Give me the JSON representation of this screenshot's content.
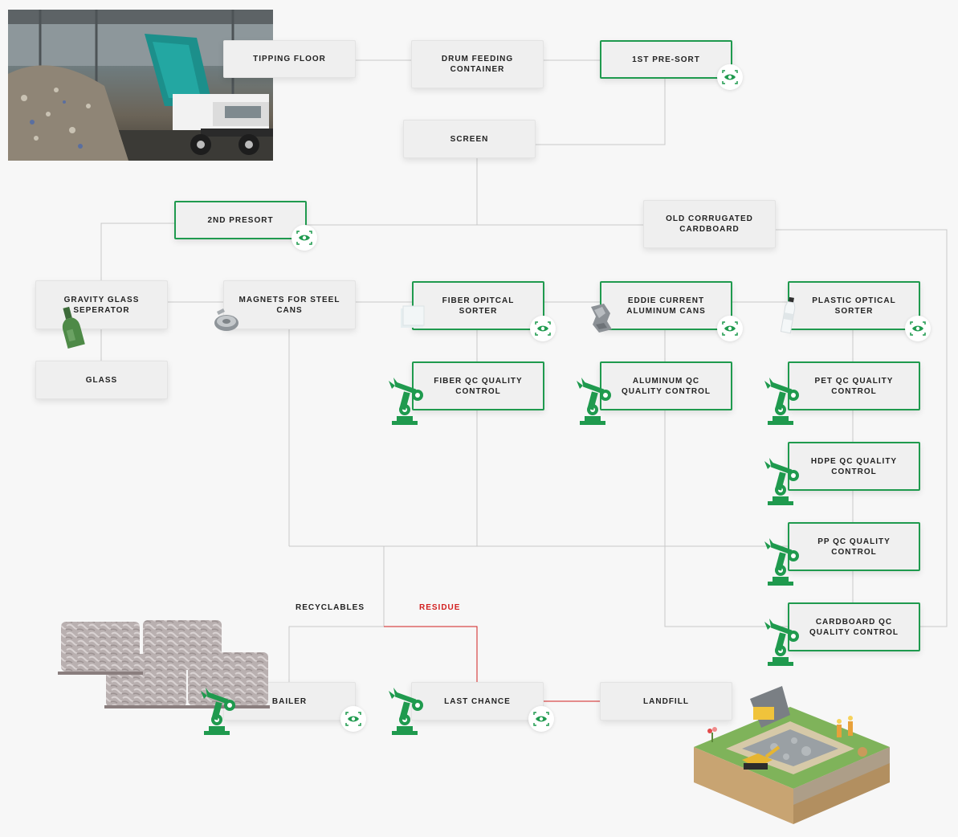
{
  "nodes": {
    "tipping_floor": "TIPPING FLOOR",
    "drum_feeding": "DRUM FEEDING CONTAINER",
    "pre_sort_1": "1ST PRE-SORT",
    "screen": "SCREEN",
    "presort_2": "2ND PRESORT",
    "occ": "OLD CORRUGATED CARDBOARD",
    "gravity_glass": "GRAVITY GLASS SEPERATOR",
    "magnets": "MAGNETS FOR STEEL CANS",
    "fiber_optical": "FIBER OPITCAL SORTER",
    "eddie_current": "EDDIE CURRENT ALUMINUM CANS",
    "plastic_optical": "PLASTIC OPTICAL SORTER",
    "glass": "GLASS",
    "fiber_qc": "FIBER QC QUALITY CONTROL",
    "aluminum_qc": "ALUMINUM QC QUALITY CONTROL",
    "pet_qc": "PET QC QUALITY CONTROL",
    "hdpe_qc": "HDPE QC QUALITY CONTROL",
    "pp_qc": "PP QC QUALITY CONTROL",
    "cardboard_qc": "CARDBOARD QC QUALITY CONTROL",
    "bailer": "BAILER",
    "last_chance": "LAST CHANCE",
    "landfill": "LANDFILL"
  },
  "labels": {
    "recyclables": "RECYCLABLES",
    "residue": "RESIDUE"
  },
  "colors": {
    "accent_green": "#1f9a4e",
    "residue_red": "#d21f1f",
    "connector_gray": "#c8c8c8"
  },
  "icons": [
    "eye-icon",
    "robot-arm-icon",
    "bottle-icon",
    "can-icon",
    "paper-icon",
    "crushed-can-icon",
    "plastic-bottle-icon"
  ]
}
